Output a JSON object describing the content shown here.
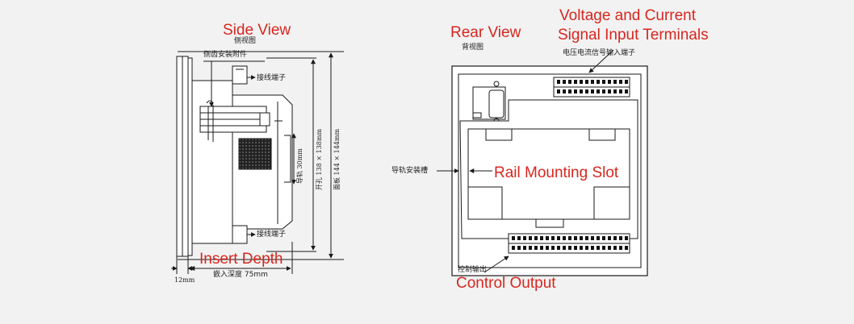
{
  "side_view": {
    "title_en": "Side View",
    "title_cn": "侧视图",
    "bracket_label": "侧齿安装附件",
    "terminal_top": "接线端子",
    "terminal_bottom": "接线端子",
    "rail_dim": "导轨 30mm",
    "cutout_dim": "开孔 138 × 138mm",
    "panel_dim": "面板 144 × 144mm",
    "insert_depth_en": "Insert Depth",
    "insert_depth_cn": "嵌入深度 75mm",
    "bezel_dim": "12mm"
  },
  "rear_view": {
    "title_en": "Rear View",
    "title_cn": "背视图",
    "signal_terminals_en_line1": "Voltage and Current",
    "signal_terminals_en_line2": "Signal Input Terminals",
    "signal_terminals_cn": "电压电流信号输入端子",
    "rail_slot_en": "Rail Mounting Slot",
    "rail_slot_cn": "导轨安装槽",
    "control_output_en": "Control Output",
    "control_output_cn": "控制输出"
  },
  "colors": {
    "annotation": "#d7271f",
    "line": "#1a1a1a",
    "background": "#f2f2f2"
  }
}
